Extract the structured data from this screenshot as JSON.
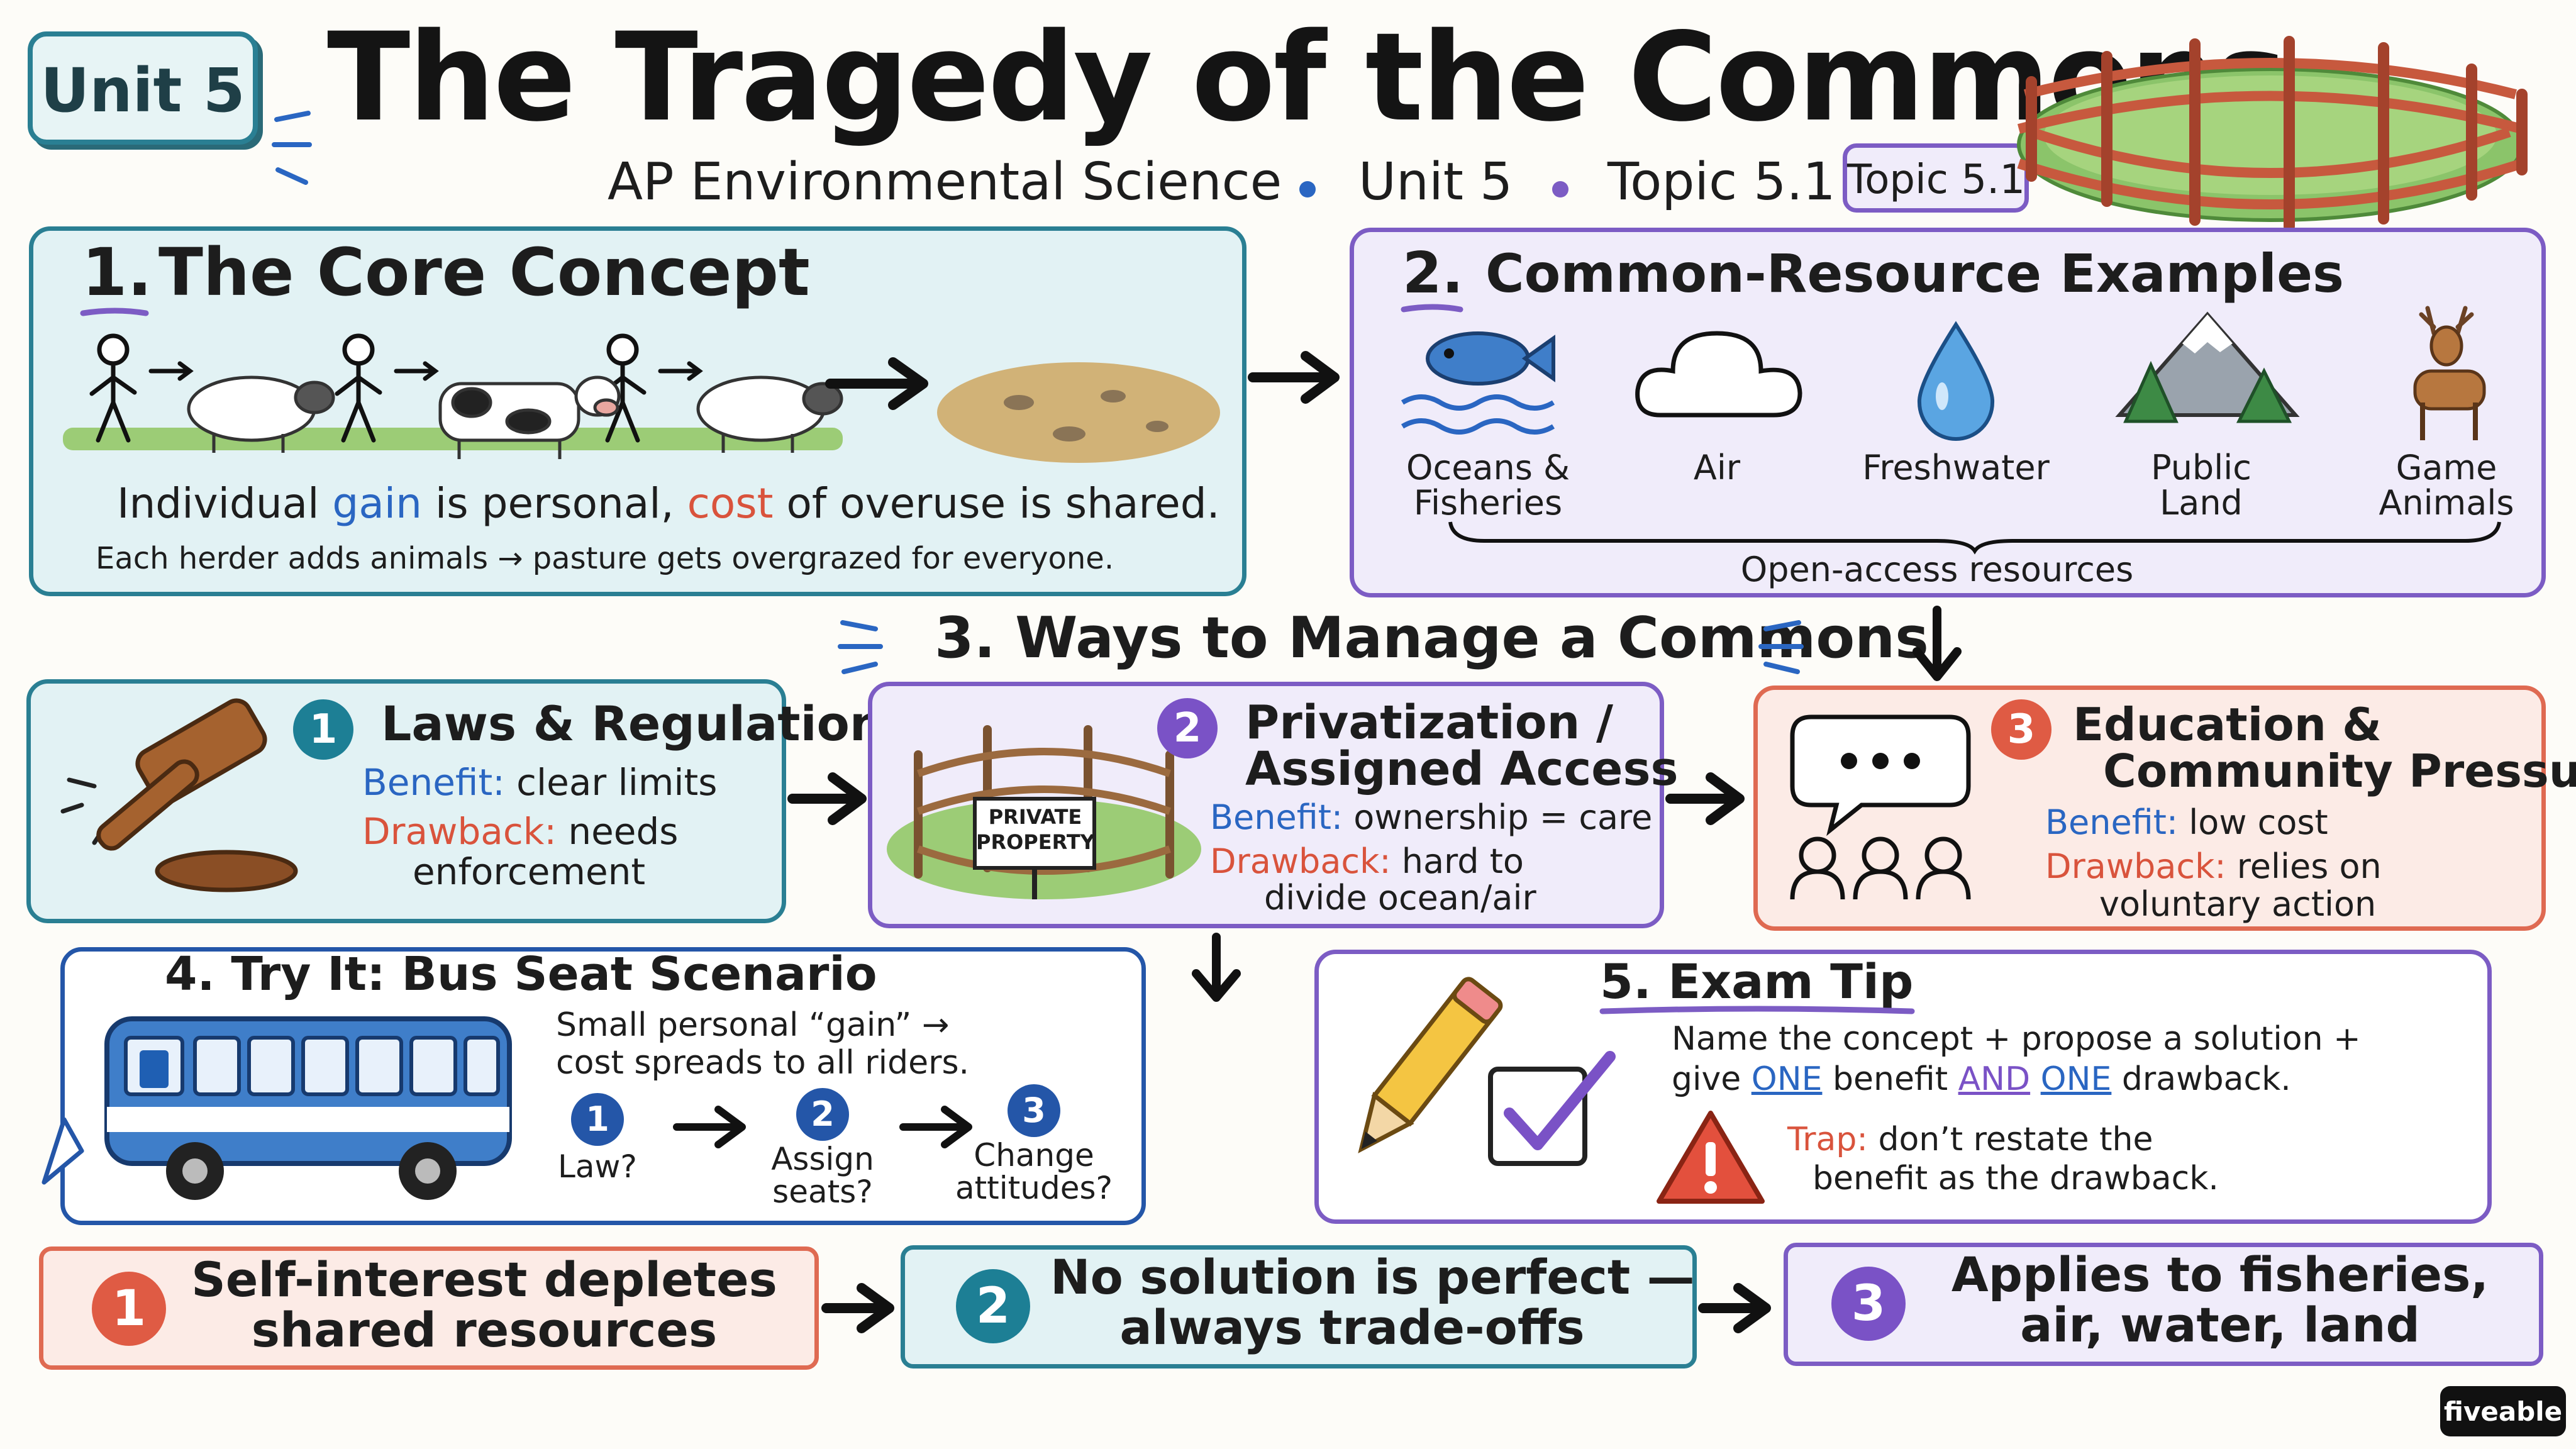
{
  "header": {
    "unit_badge": "Unit 5",
    "title": "The Tragedy of the Commons",
    "subtitle_course": "AP Environmental Science",
    "subtitle_unit": "Unit 5",
    "subtitle_topic": "Topic 5.1",
    "topic_tag": "Topic 5.1"
  },
  "core": {
    "num": "1.",
    "title": "The Core Concept",
    "line_pre": "Individual",
    "line_gain": "gain",
    "line_mid": "is personal,",
    "line_cost": "cost",
    "line_post": "of overuse is shared.",
    "note": "Each herder adds animals → pasture gets overgrazed for everyone."
  },
  "examples": {
    "num": "2.",
    "title": "Common-Resource Examples",
    "items": [
      {
        "label1": "Oceans &",
        "label2": "Fisheries",
        "icon": "fish-icon"
      },
      {
        "label1": "Air",
        "label2": "",
        "icon": "cloud-icon"
      },
      {
        "label1": "Freshwater",
        "label2": "",
        "icon": "water-drop-icon"
      },
      {
        "label1": "Public",
        "label2": "Land",
        "icon": "mountain-icon"
      },
      {
        "label1": "Game",
        "label2": "Animals",
        "icon": "deer-icon"
      }
    ],
    "brace_label": "Open-access resources"
  },
  "manage": {
    "title": "3. Ways to Manage a Commons",
    "cards": [
      {
        "num": "1",
        "title1": "Laws & Regulations",
        "title2": "",
        "benefit_label": "Benefit:",
        "benefit": "clear limits",
        "drawback_label": "Drawback:",
        "drawback1": "needs",
        "drawback2": "enforcement"
      },
      {
        "num": "2",
        "title1": "Privatization /",
        "title2": "Assigned Access",
        "benefit_label": "Benefit:",
        "benefit": "ownership = care",
        "drawback_label": "Drawback:",
        "drawback1": "hard to",
        "drawback2": "divide ocean/air",
        "sign1": "PRIVATE",
        "sign2": "PROPERTY"
      },
      {
        "num": "3",
        "title1": "Education &",
        "title2": "Community Pressure",
        "benefit_label": "Benefit:",
        "benefit": "low cost",
        "drawback_label": "Drawback:",
        "drawback1": "relies on",
        "drawback2": "voluntary action"
      }
    ]
  },
  "tryit": {
    "title": "4. Try It: Bus Seat Scenario",
    "line1": "Small personal “gain” →",
    "line2": "cost spreads to all riders.",
    "steps": [
      {
        "num": "1",
        "label1": "Law?",
        "label2": ""
      },
      {
        "num": "2",
        "label1": "Assign",
        "label2": "seats?"
      },
      {
        "num": "3",
        "label1": "Change",
        "label2": "attitudes?"
      }
    ]
  },
  "tip": {
    "title": "5. Exam Tip",
    "line1": "Name the concept + propose a solution +",
    "line2_pre": "give",
    "line2_one": "ONE",
    "line2_mid": "benefit",
    "line2_and": "AND",
    "line2_one2": "ONE",
    "line2_post": "drawback.",
    "trap_label": "Trap:",
    "trap1": "don’t restate the",
    "trap2": "benefit as the drawback."
  },
  "takeaways": [
    {
      "num": "1",
      "line1": "Self-interest depletes",
      "line2": "shared resources"
    },
    {
      "num": "2",
      "line1": "No solution is perfect —",
      "line2": "always trade-offs"
    },
    {
      "num": "3",
      "line1": "Applies to fisheries,",
      "line2": "air, water, land"
    }
  ],
  "brand": "fiveable",
  "colors": {
    "teal": "#2a7f93",
    "purple": "#7c5cc4",
    "coral": "#df6a52",
    "navy": "#2456a8"
  }
}
